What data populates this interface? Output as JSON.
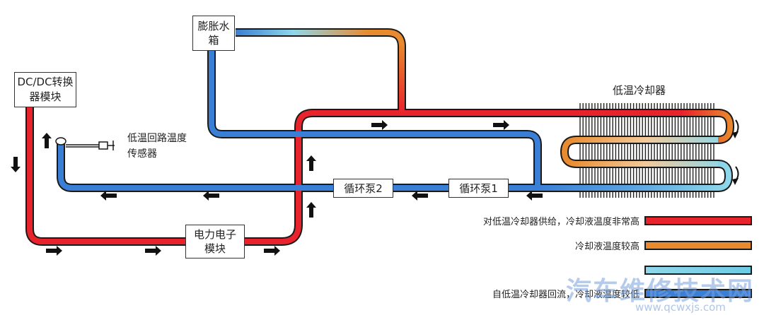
{
  "colors": {
    "hot": "#e8232b",
    "warm": "#e88a2e",
    "cool": "#8fd8ea",
    "cold": "#3a7fd6",
    "outline": "#1a1a1a",
    "fins": "#222222",
    "arrow": "#111111"
  },
  "components": {
    "dcdc": "DC/DC转换器模块",
    "expansion_tank": "膨胀水箱",
    "power_module": "电力电子模块",
    "pump1": "循环泵1",
    "pump2": "循环泵2",
    "sensor": "低温回路温度传感器",
    "cooler": "低温冷却器"
  },
  "legend": {
    "hot": "对低温冷却器供给，冷却液温度非常高",
    "warm": "冷却液温度较高",
    "cool": "",
    "cold": "自低温冷却器回流，冷却液温度较低"
  },
  "watermark": {
    "name": "汽车维修技术网",
    "url": "www.qcwxjs.com"
  }
}
